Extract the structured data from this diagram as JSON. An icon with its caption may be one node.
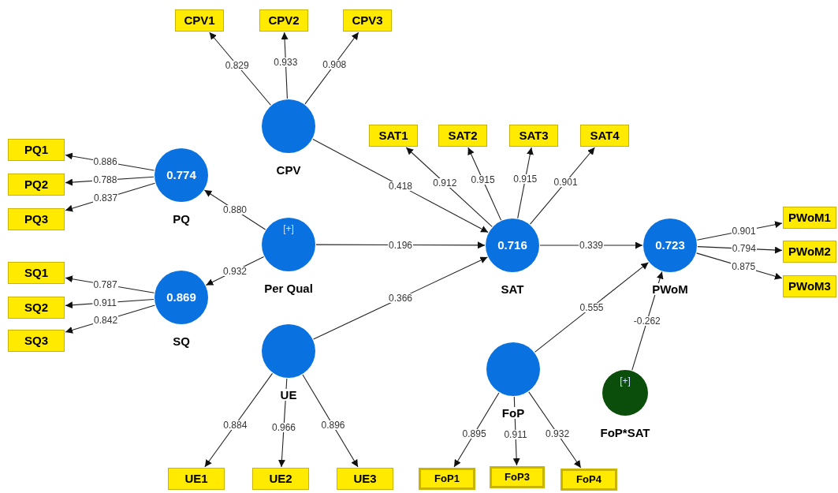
{
  "diagram": {
    "nodes": [
      {
        "text": [
          "CPV1"
        ]
      },
      {
        "text": [
          "CPV2"
        ]
      },
      {
        "text": [
          "CPV3"
        ]
      },
      {
        "text": [
          "CPV"
        ]
      },
      {
        "text": [
          "SAT1"
        ]
      },
      {
        "text": [
          "SAT2"
        ]
      },
      {
        "text": [
          "SAT3"
        ]
      },
      {
        "text": [
          "SAT4"
        ]
      },
      {
        "text": [
          "PQ1"
        ]
      },
      {
        "text": [
          "PQ2"
        ]
      },
      {
        "text": [
          "PQ3"
        ]
      },
      {
        "text": [
          "0.774",
          "PQ"
        ]
      },
      {
        "text": [
          "[+]",
          "Per Qual"
        ]
      },
      {
        "text": [
          "SQ1"
        ]
      },
      {
        "text": [
          "SQ2"
        ]
      },
      {
        "text": [
          "SQ3"
        ]
      },
      {
        "text": [
          "0.869",
          "SQ"
        ]
      },
      {
        "text": [
          "0.716",
          "SAT"
        ]
      },
      {
        "text": [
          "0.723",
          "PWoM"
        ]
      },
      {
        "text": [
          "PWoM1"
        ]
      },
      {
        "text": [
          "PWoM2"
        ]
      },
      {
        "text": [
          "PWoM3"
        ]
      },
      {
        "text": [
          "UE"
        ]
      },
      {
        "text": [
          "FoP"
        ]
      },
      {
        "text": [
          "[+]",
          "FoP*SAT"
        ]
      },
      {
        "text": [
          "UE1"
        ]
      },
      {
        "text": [
          "UE2"
        ]
      },
      {
        "text": [
          "UE3"
        ]
      },
      {
        "text": [
          "FoP1"
        ]
      },
      {
        "text": [
          "FoP3"
        ]
      },
      {
        "text": [
          "FoP4"
        ]
      }
    ],
    "edges": [
      {
        "from": 3,
        "to": 0,
        "arrow": "to",
        "label": "0.829"
      },
      {
        "from": 3,
        "to": 1,
        "arrow": "to",
        "label": "0.933"
      },
      {
        "from": 3,
        "to": 2,
        "arrow": "to",
        "label": "0.908"
      },
      {
        "from": 17,
        "to": 4,
        "arrow": "to",
        "label": "0.912"
      },
      {
        "from": 17,
        "to": 5,
        "arrow": "to",
        "label": "0.915"
      },
      {
        "from": 17,
        "to": 6,
        "arrow": "to",
        "label": "0.915"
      },
      {
        "from": 17,
        "to": 7,
        "arrow": "to",
        "label": "0.901"
      },
      {
        "from": 11,
        "to": 8,
        "arrow": "to",
        "label": "0.886"
      },
      {
        "from": 11,
        "to": 9,
        "arrow": "to",
        "label": "0.788"
      },
      {
        "from": 11,
        "to": 10,
        "arrow": "to",
        "label": "0.837"
      },
      {
        "from": 16,
        "to": 13,
        "arrow": "to",
        "label": "0.787"
      },
      {
        "from": 16,
        "to": 14,
        "arrow": "to",
        "label": "0.911"
      },
      {
        "from": 16,
        "to": 15,
        "arrow": "to",
        "label": "0.842"
      },
      {
        "from": 18,
        "to": 19,
        "arrow": "to",
        "label": "0.901"
      },
      {
        "from": 18,
        "to": 20,
        "arrow": "to",
        "label": "0.794"
      },
      {
        "from": 18,
        "to": 21,
        "arrow": "to",
        "label": "0.875"
      },
      {
        "from": 22,
        "to": 25,
        "arrow": "to",
        "label": "0.884"
      },
      {
        "from": 22,
        "to": 26,
        "arrow": "to",
        "label": "0.966"
      },
      {
        "from": 22,
        "to": 27,
        "arrow": "to",
        "label": "0.896"
      },
      {
        "from": 23,
        "to": 28,
        "arrow": "to",
        "label": "0.895"
      },
      {
        "from": 23,
        "to": 29,
        "arrow": "to",
        "label": "0.911"
      },
      {
        "from": 23,
        "to": 30,
        "arrow": "to",
        "label": "0.932"
      },
      {
        "from": 3,
        "to": 17,
        "arrow": "to",
        "label": "0.418"
      },
      {
        "from": 12,
        "to": 11,
        "arrow": "to",
        "label": "0.880"
      },
      {
        "from": 12,
        "to": 16,
        "arrow": "to",
        "label": "0.932"
      },
      {
        "from": 12,
        "to": 17,
        "arrow": "to",
        "label": "0.196"
      },
      {
        "from": 22,
        "to": 17,
        "arrow": "to",
        "label": "0.366"
      },
      {
        "from": 17,
        "to": 18,
        "arrow": "to",
        "label": "0.339"
      },
      {
        "from": 23,
        "to": 18,
        "arrow": "to",
        "label": "0.555"
      },
      {
        "from": 24,
        "to": 18,
        "arrow": "to",
        "label": "-0.262"
      }
    ]
  }
}
